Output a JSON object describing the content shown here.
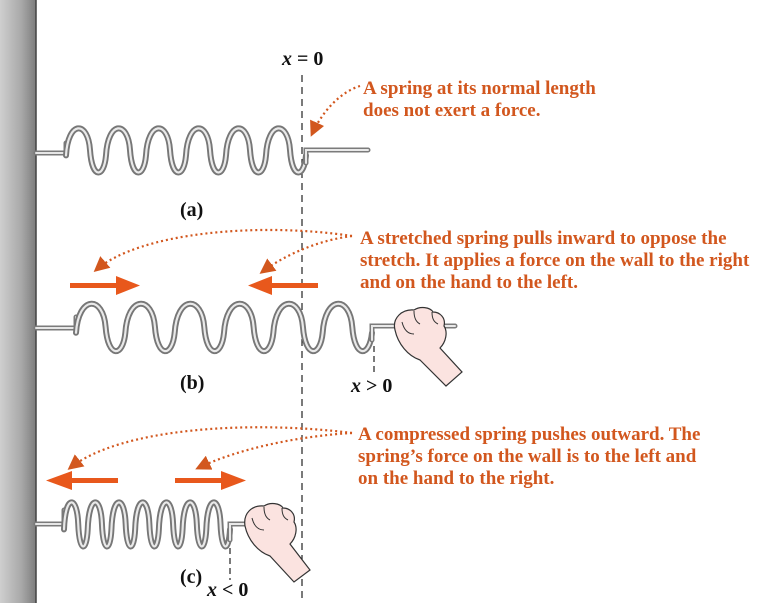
{
  "x_zero_label": {
    "var": "x",
    "rel": "= 0"
  },
  "notes": {
    "a": "A spring at its normal length\ndoes not exert a force.",
    "b": "A stretched spring pulls inward to oppose the\nstretch. It applies a force on the wall to the right\nand on the hand to the left.",
    "c": "A compressed spring pushes outward. The\nspring’s force on the wall is to the left and\non the hand to the right."
  },
  "panels": {
    "a": {
      "label": "(a)"
    },
    "b": {
      "label": "(b)",
      "x_var": "x",
      "x_rel": "> 0"
    },
    "c": {
      "label": "(c)",
      "x_var": "x",
      "x_rel": "< 0"
    }
  },
  "colors": {
    "annotation": "#d2571e",
    "arrow": "#e8581c",
    "wall": "#9a9a9a",
    "spring": "#8e8e8e",
    "hand": "#fbe3e0"
  }
}
